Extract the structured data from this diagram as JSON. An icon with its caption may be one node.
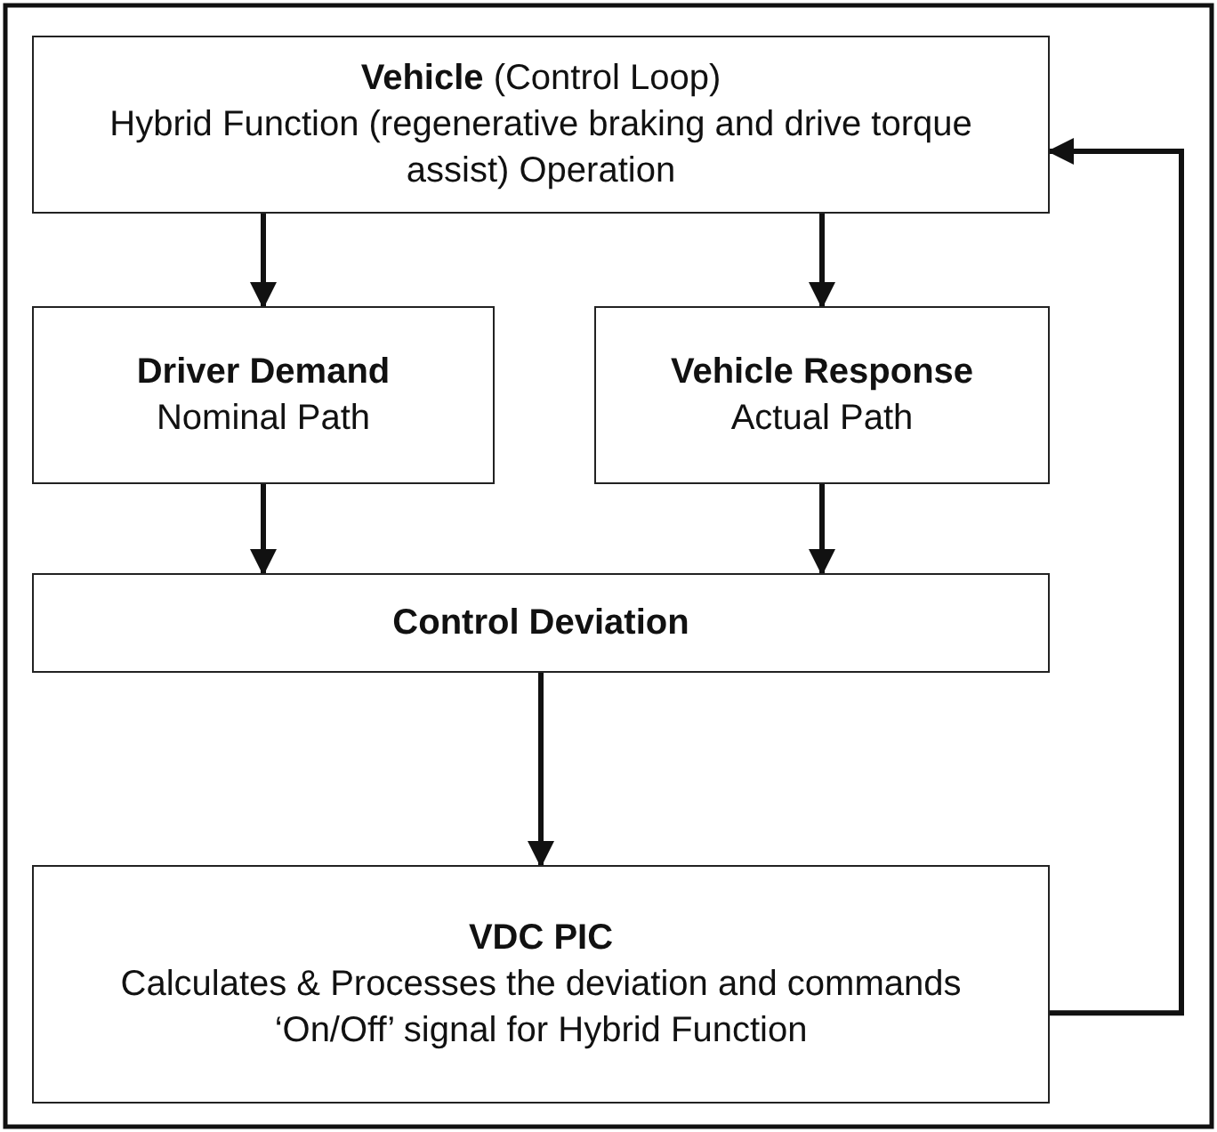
{
  "diagram": {
    "nodes": [
      {
        "text": [
          "**Vehicle** (Control Loop)",
          "Hybrid Function (regenerative braking and drive torque assist) Operation"
        ]
      },
      {
        "text": [
          "Driver Demand",
          "Nominal Path"
        ]
      },
      {
        "text": [
          "Vehicle Response",
          "Actual Path"
        ]
      },
      {
        "text": [
          "Control Deviation"
        ]
      },
      {
        "text": [
          "VDC PIC",
          "Calculates & Processes the deviation and commands ‘On/Off’ signal for Hybrid Function"
        ]
      }
    ],
    "edges": [
      {
        "from": 0,
        "to": 1,
        "arrow": "to"
      },
      {
        "from": 0,
        "to": 2,
        "arrow": "to"
      },
      {
        "from": 1,
        "to": 3,
        "arrow": "to"
      },
      {
        "from": 2,
        "to": 3,
        "arrow": "to"
      },
      {
        "from": 3,
        "to": 4,
        "arrow": "to"
      },
      {
        "from": 4,
        "to": 0,
        "arrow": "to"
      }
    ]
  }
}
